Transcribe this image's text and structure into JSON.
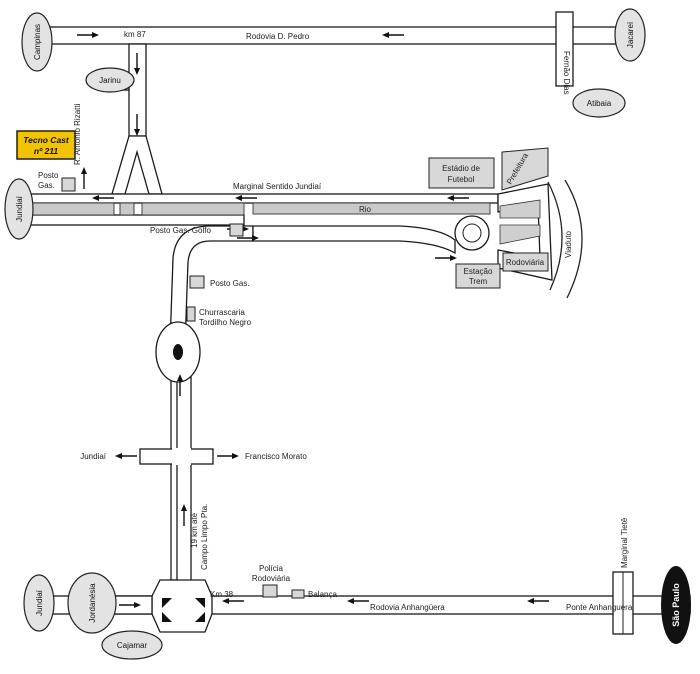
{
  "map": {
    "roads": {
      "km87": "km 87",
      "rodovia_d_pedro": "Rodovia D. Pedro",
      "fernao_dias": "Fernão Dias",
      "r_antonio_rizatti": "R. Antonio Rizatti",
      "marginal_sentido_jundiai": "Marginal Sentido Jundiaí",
      "rio": "Rio",
      "viaduto": "Viaduto",
      "rodovia_anhanguera": "Rodovia Anhangüera",
      "ponte_anhanguera": "Ponte Anhanguera",
      "marginal_tiete": "Marginal Tietê",
      "km38": "Km 38",
      "campo_limpo_line1": "19 km até",
      "campo_limpo_line2": "Campo Limpo Pta."
    },
    "places": {
      "campinas": "Campinas",
      "jacarei": "Jacareí",
      "atibaia": "Atibaia",
      "jarinu": "Jarinu",
      "jundiai_top": "Jundiaí",
      "jundiai_bottom": "Jundiaí",
      "jordanesia": "Jordanésia",
      "cajamar": "Cajamar",
      "sao_paulo": "São Paulo"
    },
    "destination": {
      "line1": "Tecno Cast",
      "line2": "nº 211",
      "color": "#f2c300"
    },
    "landmarks": {
      "posto_gas_top_1": "Posto",
      "posto_gas_top_2": "Gas.",
      "estadio_1": "Estádio de",
      "estadio_2": "Futebol",
      "prefeitura": "Prefeitura",
      "posto_gas_golfo": "Posto Gas. Golfo",
      "rodoviaria": "Rodoviária",
      "estacao_1": "Estação",
      "estacao_2": "Trem",
      "posto_gas_mid": "Posto Gas.",
      "churrascaria_1": "Churrascaria",
      "churrascaria_2": "Tordilho Negro",
      "policia_1": "Polícia",
      "policia_2": "Rodoviária",
      "balanca": "Balança"
    },
    "directions": {
      "jundiai_left": "Jundiaí",
      "francisco_morato": "Francisco Morato"
    }
  }
}
